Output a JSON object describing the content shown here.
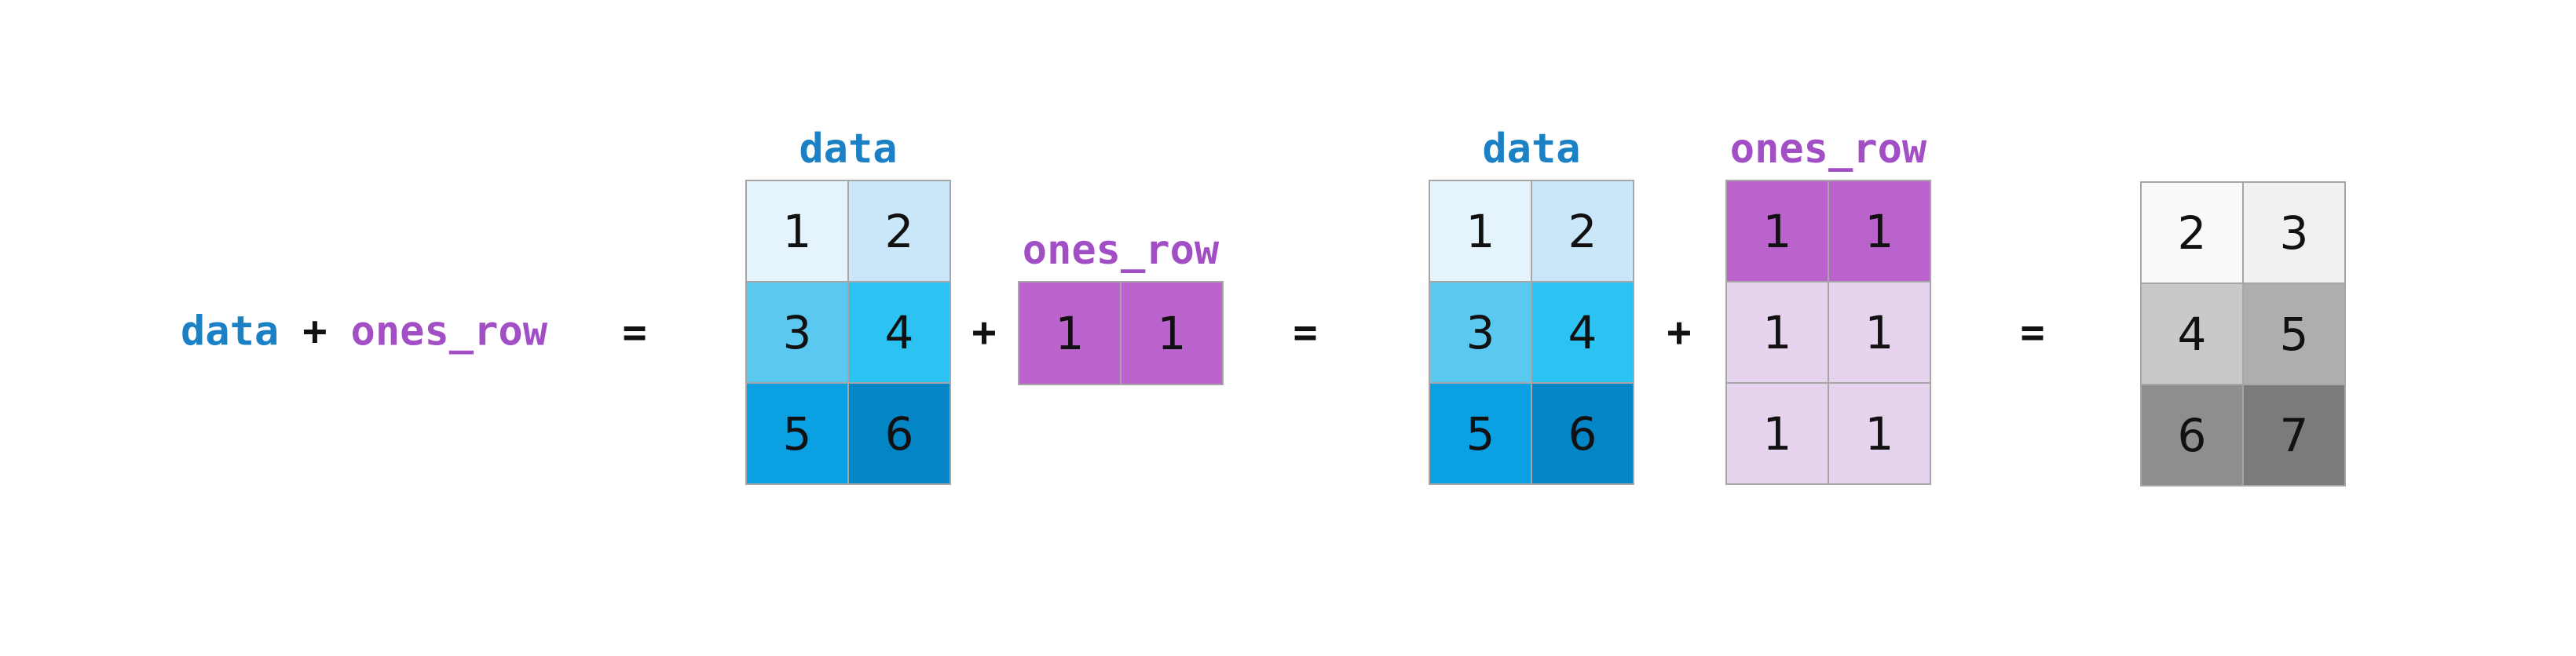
{
  "expression": {
    "data_label": "data",
    "plus": "+",
    "ones_row_label": "ones_row",
    "equals": "="
  },
  "colors": {
    "data_label": "#1b80c4",
    "ones_row_label": "#a24fc6",
    "operator": "#111111",
    "grid_line": "#a6a6a6"
  },
  "matrices": {
    "data_left": {
      "title": "data",
      "rows": 3,
      "cols": 2,
      "cells": [
        {
          "value": "1",
          "bg": "#e4f3fc"
        },
        {
          "value": "2",
          "bg": "#c9e7f8"
        },
        {
          "value": "3",
          "bg": "#5bc9ef"
        },
        {
          "value": "4",
          "bg": "#2cc3f2"
        },
        {
          "value": "5",
          "bg": "#0aa0e2"
        },
        {
          "value": "6",
          "bg": "#0486c6"
        }
      ]
    },
    "ones_row": {
      "title": "ones_row",
      "rows": 1,
      "cols": 2,
      "cells": [
        {
          "value": "1",
          "bg": "#bb63cc"
        },
        {
          "value": "1",
          "bg": "#bb63cc"
        }
      ]
    },
    "data_mid": {
      "title": "data",
      "rows": 3,
      "cols": 2,
      "cells": [
        {
          "value": "1",
          "bg": "#e4f3fc"
        },
        {
          "value": "2",
          "bg": "#c9e7f8"
        },
        {
          "value": "3",
          "bg": "#5bc9ef"
        },
        {
          "value": "4",
          "bg": "#2cc3f2"
        },
        {
          "value": "5",
          "bg": "#0aa0e2"
        },
        {
          "value": "6",
          "bg": "#0486c6"
        }
      ]
    },
    "ones_row_broadcast": {
      "title": "ones_row",
      "rows": 3,
      "cols": 2,
      "cells": [
        {
          "value": "1",
          "bg": "#bb63cc"
        },
        {
          "value": "1",
          "bg": "#bb63cc"
        },
        {
          "value": "1",
          "bg": "#e6d4ef"
        },
        {
          "value": "1",
          "bg": "#e6d4ef"
        },
        {
          "value": "1",
          "bg": "#e6d4ef"
        },
        {
          "value": "1",
          "bg": "#e6d4ef"
        }
      ]
    },
    "result": {
      "rows": 3,
      "cols": 2,
      "cells": [
        {
          "value": "2",
          "bg": "#fafafa"
        },
        {
          "value": "3",
          "bg": "#f1f1f1"
        },
        {
          "value": "4",
          "bg": "#c9c9c9"
        },
        {
          "value": "5",
          "bg": "#aeaeae"
        },
        {
          "value": "6",
          "bg": "#8e8e8e"
        },
        {
          "value": "7",
          "bg": "#7b7b7b"
        }
      ]
    }
  }
}
